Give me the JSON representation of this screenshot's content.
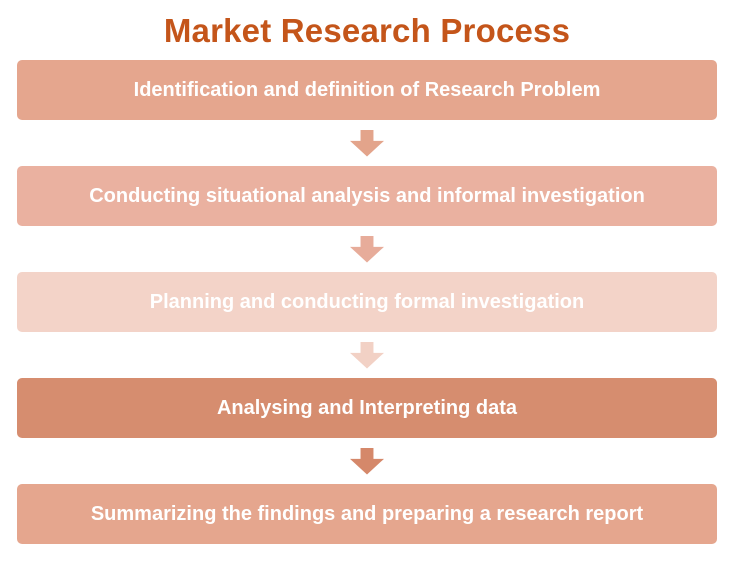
{
  "title": "Market Research Process",
  "title_color": "#C4551A",
  "step_text_color": "#FFFFFF",
  "steps": [
    {
      "label": "Identification and definition of Research Problem",
      "bg": "#E5A68E"
    },
    {
      "label": "Conducting situational analysis and informal investigation",
      "bg": "#EAB1A0"
    },
    {
      "label": "Planning and conducting formal investigation",
      "bg": "#F3D3C8"
    },
    {
      "label": "Analysing and Interpreting data",
      "bg": "#D68D6F"
    },
    {
      "label": "Summarizing the findings and preparing a research report",
      "bg": "#E5A68E"
    }
  ],
  "arrows": [
    {
      "color": "#E3A48B"
    },
    {
      "color": "#E7AC9A"
    },
    {
      "color": "#F2D1C5"
    },
    {
      "color": "#D5886A"
    }
  ]
}
